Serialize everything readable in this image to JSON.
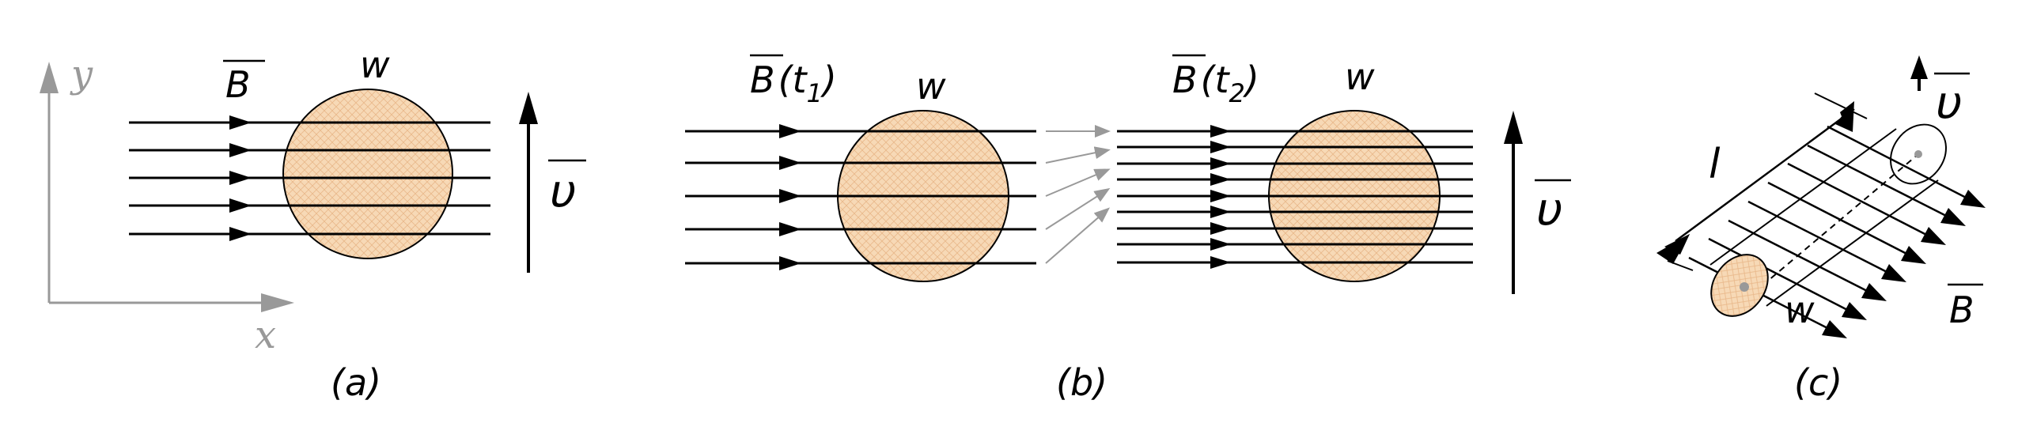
{
  "panel_a": {
    "caption": "(a)",
    "axis_y": "y",
    "axis_x": "x",
    "field_label": "B",
    "object_label": "w",
    "velocity_label": "υ"
  },
  "panel_b": {
    "caption": "(b)",
    "field_label_1": "B",
    "time_arg_1": "(t",
    "sub_1": "1",
    "paren_close_1": ")",
    "field_label_2": "B",
    "time_arg_2": "(t",
    "sub_2": "2",
    "paren_close_2": ")",
    "object_label_1": "w",
    "object_label_2": "w",
    "velocity_label": "υ"
  },
  "panel_c": {
    "caption": "(c)",
    "length_label": "l",
    "velocity_label": "υ",
    "object_label": "w",
    "field_label": "B"
  },
  "colors": {
    "disk_fill": "#f7d9b6",
    "hatch": "#e9b88a",
    "axis": "#999999",
    "line": "#000000"
  }
}
